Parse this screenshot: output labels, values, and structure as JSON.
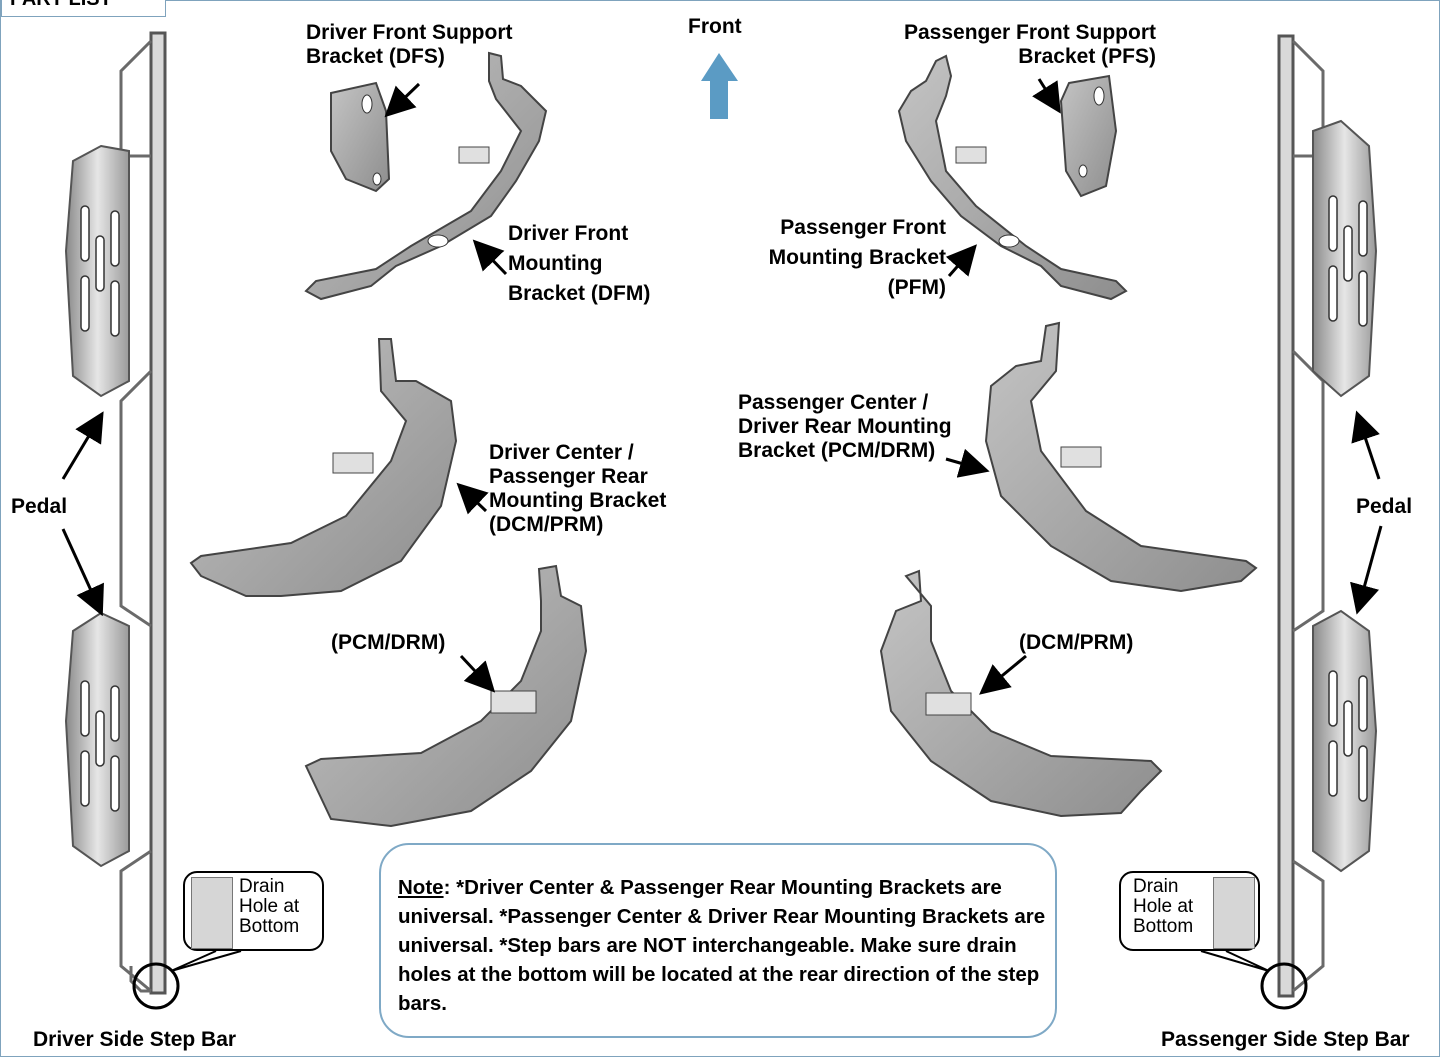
{
  "header": {
    "part_list": "PART LIST"
  },
  "labels": {
    "front": "Front",
    "dfs": [
      "Driver Front Support",
      "Bracket (DFS)"
    ],
    "pfs": [
      "Passenger Front Support",
      "Bracket (PFS)"
    ],
    "dfm": [
      "Driver Front",
      "Mounting",
      "Bracket (DFM)"
    ],
    "pfm": [
      "Passenger Front",
      "Mounting Bracket",
      "(PFM)"
    ],
    "dcm_prm": [
      "Driver Center /",
      "Passenger Rear",
      "Mounting Bracket",
      "(DCM/PRM)"
    ],
    "pcm_drm": [
      "Passenger Center /",
      "Driver Rear Mounting",
      "Bracket (PCM/DRM)"
    ],
    "pcm_drm_short": "(PCM/DRM)",
    "dcm_prm_short": "(DCM/PRM)",
    "pedal_left": "Pedal",
    "pedal_right": "Pedal",
    "driver_step_bar": "Driver Side Step Bar",
    "passenger_step_bar": "Passenger Side Step Bar"
  },
  "drain_callout": {
    "line1": "Drain",
    "line2": "Hole at",
    "line3": "Bottom"
  },
  "note": {
    "heading": "Note",
    "body": ": *Driver Center & Passenger Rear Mounting Brackets are universal. *Passenger Center & Driver Rear Mounting Brackets are universal.  *Step bars are NOT interchangeable. Make sure drain holes at the bottom will be located at the rear direction of the step bars."
  },
  "colors": {
    "arrow_front": "#5b9bc4",
    "bracket_fill": "#a3a3a3",
    "frame": "#7fa3bd"
  }
}
